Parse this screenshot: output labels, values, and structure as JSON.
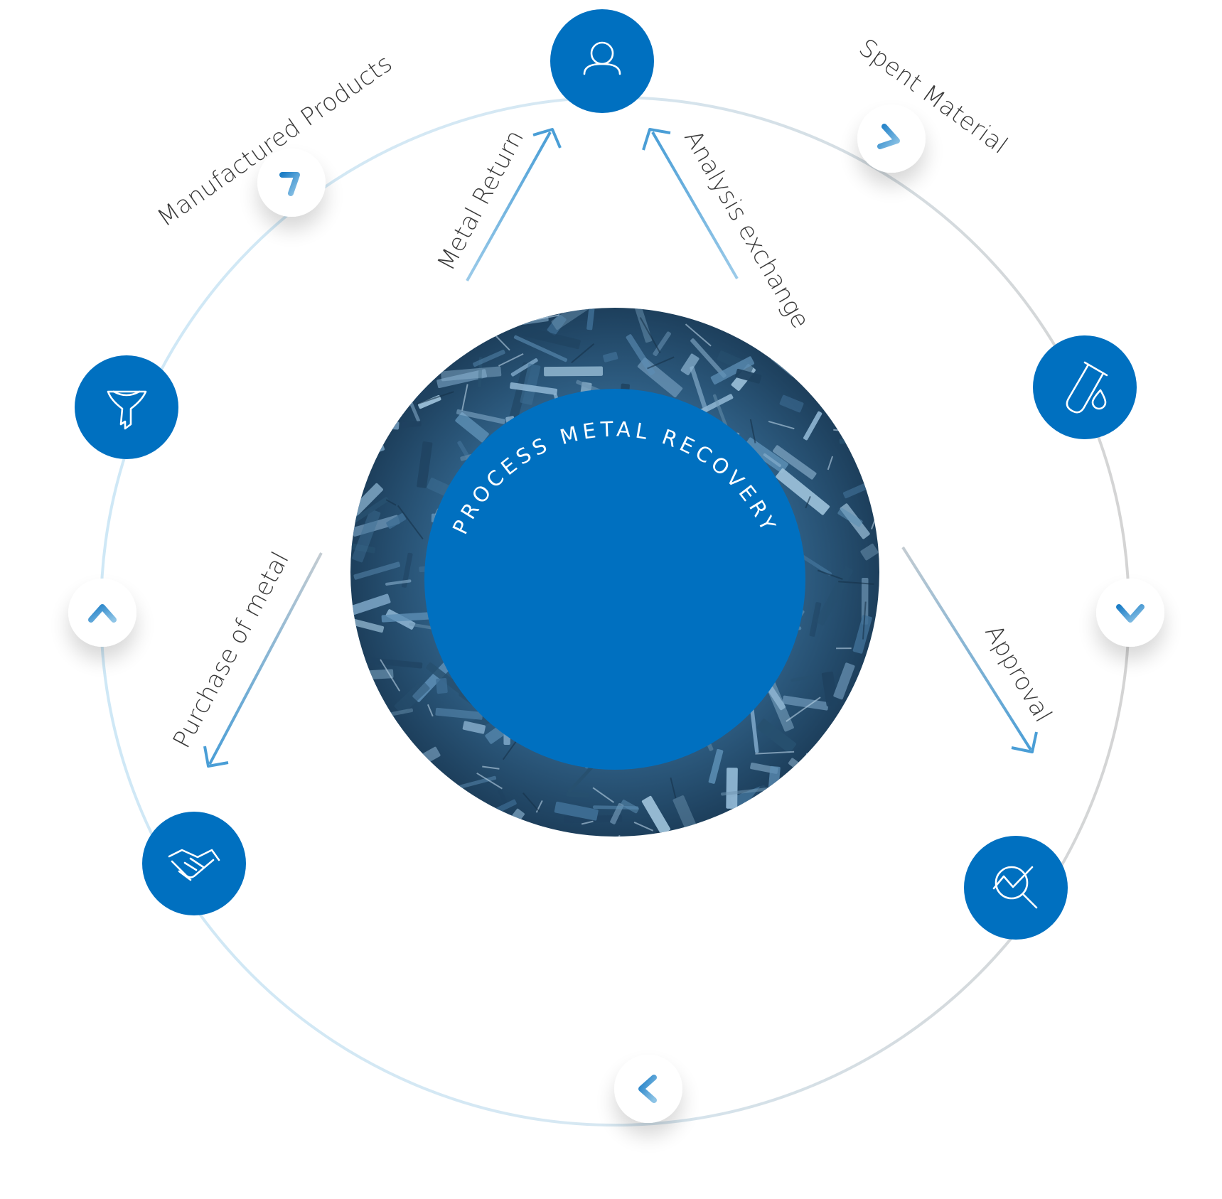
{
  "colors": {
    "primary": "#0070c0",
    "ring_left": "#cfe8f6",
    "ring_right": "#d4d4d4",
    "arrow_blue": "#4a9ed6",
    "arrow_gray": "#b9c4cc",
    "scrap_dark": "#244a6b",
    "scrap_light": "#7aa3c4"
  },
  "labels": {
    "manufactured_products": "Manufactured Products",
    "spent_material": "Spent Material",
    "metal_return": "Metal Return",
    "analysis_exchange": "Analysis exchange",
    "purchase_of_metal": "Purchase of metal",
    "approval": "Approval"
  },
  "hub": {
    "title": "PROCESS METAL RECOVERY"
  },
  "nodes": [
    {
      "id": "customer",
      "icon": "user-icon"
    },
    {
      "id": "test",
      "icon": "test-tube-icon"
    },
    {
      "id": "analysis",
      "icon": "chart-search-icon"
    },
    {
      "id": "deal",
      "icon": "handshake-icon"
    },
    {
      "id": "refine",
      "icon": "funnel-icon"
    }
  ],
  "chevrons": [
    {
      "id": "top-left",
      "icon": "chevron-right-icon"
    },
    {
      "id": "top-right",
      "icon": "chevron-right-icon"
    },
    {
      "id": "right",
      "icon": "chevron-down-icon"
    },
    {
      "id": "bottom",
      "icon": "chevron-left-icon"
    },
    {
      "id": "left",
      "icon": "chevron-up-icon"
    }
  ]
}
